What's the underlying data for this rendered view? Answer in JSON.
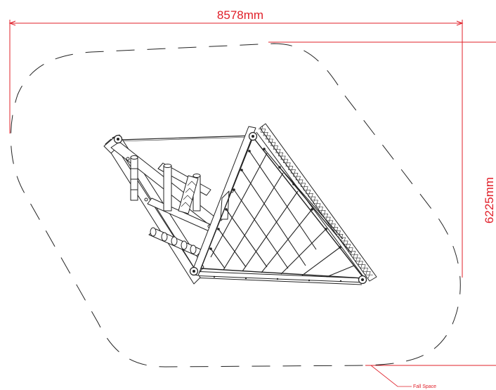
{
  "dimensions": {
    "width_label": "8578mm",
    "height_label": "6225mm"
  },
  "annotations": {
    "fall_space_label": "Fall Space"
  },
  "colors": {
    "dimension_line": "#e0202a",
    "drawing_line": "#222222",
    "background": "#ffffff"
  }
}
